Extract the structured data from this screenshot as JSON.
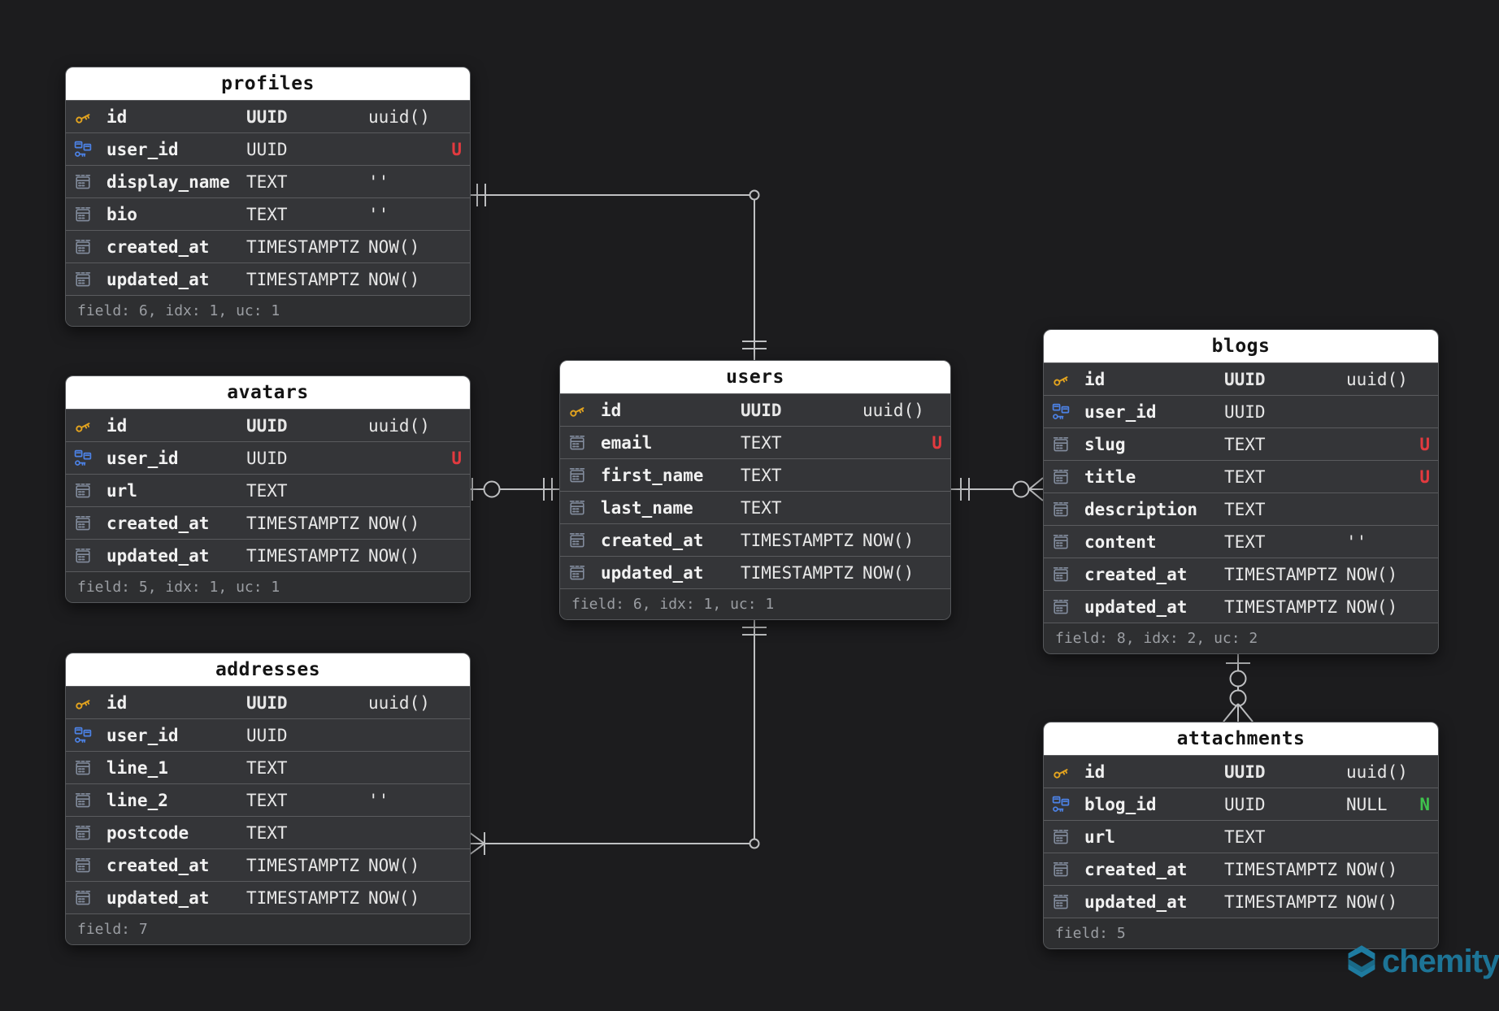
{
  "brand": {
    "name": "chemity",
    "color": "#1d7496"
  },
  "flags": {
    "unique": {
      "text": "U",
      "color": "#e23a3f"
    },
    "nullable": {
      "text": "N",
      "color": "#3fc24d"
    }
  },
  "icon_colors": {
    "primary_key": "#e2a31f",
    "foreign_key": "#4c82e6",
    "column": "#828c9d"
  },
  "tables": [
    {
      "id": "profiles",
      "title": "profiles",
      "columns": [
        {
          "icon": "primary-key",
          "name": "id",
          "type": "UUID",
          "default": "uuid()",
          "flag": "",
          "pk": true
        },
        {
          "icon": "foreign-key",
          "name": "user_id",
          "type": "UUID",
          "default": "",
          "flag": "U"
        },
        {
          "icon": "column",
          "name": "display_name",
          "type": "TEXT",
          "default": "''",
          "flag": ""
        },
        {
          "icon": "column",
          "name": "bio",
          "type": "TEXT",
          "default": "''",
          "flag": ""
        },
        {
          "icon": "column",
          "name": "created_at",
          "type": "TIMESTAMPTZ",
          "default": "NOW()",
          "flag": ""
        },
        {
          "icon": "column",
          "name": "updated_at",
          "type": "TIMESTAMPTZ",
          "default": "NOW()",
          "flag": ""
        }
      ],
      "footer": "field: 6, idx: 1, uc: 1"
    },
    {
      "id": "avatars",
      "title": "avatars",
      "columns": [
        {
          "icon": "primary-key",
          "name": "id",
          "type": "UUID",
          "default": "uuid()",
          "flag": "",
          "pk": true
        },
        {
          "icon": "foreign-key",
          "name": "user_id",
          "type": "UUID",
          "default": "",
          "flag": "U"
        },
        {
          "icon": "column",
          "name": "url",
          "type": "TEXT",
          "default": "",
          "flag": ""
        },
        {
          "icon": "column",
          "name": "created_at",
          "type": "TIMESTAMPTZ",
          "default": "NOW()",
          "flag": ""
        },
        {
          "icon": "column",
          "name": "updated_at",
          "type": "TIMESTAMPTZ",
          "default": "NOW()",
          "flag": ""
        }
      ],
      "footer": "field: 5, idx: 1, uc: 1"
    },
    {
      "id": "addresses",
      "title": "addresses",
      "columns": [
        {
          "icon": "primary-key",
          "name": "id",
          "type": "UUID",
          "default": "uuid()",
          "flag": "",
          "pk": true
        },
        {
          "icon": "foreign-key",
          "name": "user_id",
          "type": "UUID",
          "default": "",
          "flag": ""
        },
        {
          "icon": "column",
          "name": "line_1",
          "type": "TEXT",
          "default": "",
          "flag": ""
        },
        {
          "icon": "column",
          "name": "line_2",
          "type": "TEXT",
          "default": "''",
          "flag": ""
        },
        {
          "icon": "column",
          "name": "postcode",
          "type": "TEXT",
          "default": "",
          "flag": ""
        },
        {
          "icon": "column",
          "name": "created_at",
          "type": "TIMESTAMPTZ",
          "default": "NOW()",
          "flag": ""
        },
        {
          "icon": "column",
          "name": "updated_at",
          "type": "TIMESTAMPTZ",
          "default": "NOW()",
          "flag": ""
        }
      ],
      "footer": "field: 7"
    },
    {
      "id": "users",
      "title": "users",
      "columns": [
        {
          "icon": "primary-key",
          "name": "id",
          "type": "UUID",
          "default": "uuid()",
          "flag": "",
          "pk": true
        },
        {
          "icon": "column",
          "name": "email",
          "type": "TEXT",
          "default": "",
          "flag": "U"
        },
        {
          "icon": "column",
          "name": "first_name",
          "type": "TEXT",
          "default": "",
          "flag": ""
        },
        {
          "icon": "column",
          "name": "last_name",
          "type": "TEXT",
          "default": "",
          "flag": ""
        },
        {
          "icon": "column",
          "name": "created_at",
          "type": "TIMESTAMPTZ",
          "default": "NOW()",
          "flag": ""
        },
        {
          "icon": "column",
          "name": "updated_at",
          "type": "TIMESTAMPTZ",
          "default": "NOW()",
          "flag": ""
        }
      ],
      "footer": "field: 6, idx: 1, uc: 1"
    },
    {
      "id": "blogs",
      "title": "blogs",
      "columns": [
        {
          "icon": "primary-key",
          "name": "id",
          "type": "UUID",
          "default": "uuid()",
          "flag": "",
          "pk": true
        },
        {
          "icon": "foreign-key",
          "name": "user_id",
          "type": "UUID",
          "default": "",
          "flag": ""
        },
        {
          "icon": "column",
          "name": "slug",
          "type": "TEXT",
          "default": "",
          "flag": "U"
        },
        {
          "icon": "column",
          "name": "title",
          "type": "TEXT",
          "default": "",
          "flag": "U"
        },
        {
          "icon": "column",
          "name": "description",
          "type": "TEXT",
          "default": "",
          "flag": ""
        },
        {
          "icon": "column",
          "name": "content",
          "type": "TEXT",
          "default": "''",
          "flag": ""
        },
        {
          "icon": "column",
          "name": "created_at",
          "type": "TIMESTAMPTZ",
          "default": "NOW()",
          "flag": ""
        },
        {
          "icon": "column",
          "name": "updated_at",
          "type": "TIMESTAMPTZ",
          "default": "NOW()",
          "flag": ""
        }
      ],
      "footer": "field: 8, idx: 2, uc: 2"
    },
    {
      "id": "attachments",
      "title": "attachments",
      "columns": [
        {
          "icon": "primary-key",
          "name": "id",
          "type": "UUID",
          "default": "uuid()",
          "flag": "",
          "pk": true
        },
        {
          "icon": "foreign-key",
          "name": "blog_id",
          "type": "UUID",
          "default": "NULL",
          "flag": "N"
        },
        {
          "icon": "column",
          "name": "url",
          "type": "TEXT",
          "default": "",
          "flag": ""
        },
        {
          "icon": "column",
          "name": "created_at",
          "type": "TIMESTAMPTZ",
          "default": "NOW()",
          "flag": ""
        },
        {
          "icon": "column",
          "name": "updated_at",
          "type": "TIMESTAMPTZ",
          "default": "NOW()",
          "flag": ""
        }
      ],
      "footer": "field: 5"
    }
  ],
  "relations": [
    {
      "id": "profiles-users",
      "from": "profiles.user_id",
      "to": "users.id",
      "from_cardinality": "exactly-one",
      "to_cardinality": "exactly-one"
    },
    {
      "id": "avatars-users",
      "from": "avatars.user_id",
      "to": "users.id",
      "from_cardinality": "zero-or-one",
      "to_cardinality": "exactly-one"
    },
    {
      "id": "users-blogs",
      "from": "blogs.user_id",
      "to": "users.id",
      "from_cardinality": "zero-or-many",
      "to_cardinality": "exactly-one"
    },
    {
      "id": "users-addresses",
      "from": "addresses.user_id",
      "to": "users.id",
      "from_cardinality": "one-or-many",
      "to_cardinality": "exactly-one"
    },
    {
      "id": "blogs-attachments",
      "from": "attachments.blog_id",
      "to": "blogs.id",
      "from_cardinality": "zero-or-many",
      "to_cardinality": "exactly-one"
    }
  ]
}
